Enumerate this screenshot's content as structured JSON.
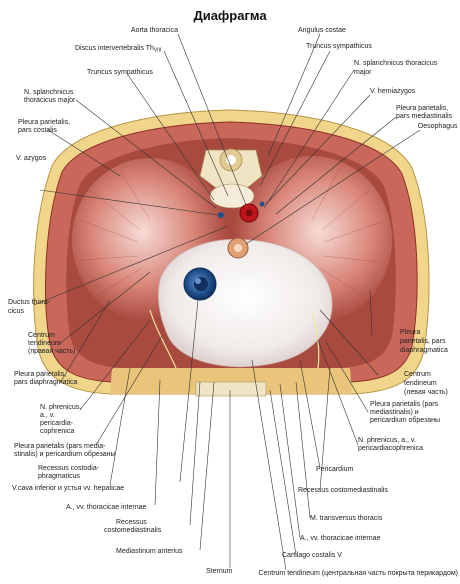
{
  "title": "Диафрагма",
  "labels": {
    "aorta_thoracica": "Aorta thoracica",
    "angulus_costae": "Angulus costae",
    "discus": "Discus intervertebralis Th",
    "discus_sub": "VIII",
    "truncus_symp_right": "Truncus sympathicus",
    "truncus_symp_left": "Truncus sympathicus",
    "n_splanch_major_left_1": "N. splanchnicus thoracicus",
    "n_splanch_major_left_2": "major",
    "n_splanch_major_right_1": "N. splanchnicus",
    "n_splanch_major_right_2": "thoracicus major",
    "v_hemiazygos": "V. hemiazygos",
    "pleura_costalis_1": "Pleura parietalis,",
    "pleura_costalis_2": "pars costalis",
    "pleura_mediastinalis_1": "Pleura parietalis,",
    "pleura_mediastinalis_2": "pars mediastinalis",
    "oesophagus": "Oesophagus",
    "v_azygos": "V. azygos",
    "ductus_1": "Ductus thora-",
    "ductus_2": "cicus",
    "centrum_right_1": "Centrum",
    "centrum_right_2": "tendineum",
    "centrum_right_3": "(правая часть)",
    "pleura_diaphr_right_1": "Pleura parietalis,",
    "pleura_diaphr_right_2": "pars diaphragmatica",
    "n_phrenicus_right_1": "N. phrenicus,",
    "n_phrenicus_right_2": "a., v.",
    "n_phrenicus_right_3": "pericardia-",
    "n_phrenicus_right_4": "cophrenica",
    "pleura_med_cut_right_1": "Pleura parietalis (pars media-",
    "pleura_med_cut_right_2": "stinalis) и pericardium обрезаны",
    "recessus_costodiaphr_1": "Recessus costodia-",
    "recessus_costodiaphr_2": "phragmaticus",
    "vcava": "V.cava inferior и устья vv. hepaticae",
    "a_vv_thor_int_right": "A., vv. thoracicae internae",
    "recessus_costomed_right_1": "Recessus",
    "recessus_costomed_right_2": "costomediastinalis",
    "mediastinum_anterius": "Mediastinum anterius",
    "sternum": "Sternum",
    "pleura_diaphr_left_1": "Pleura",
    "pleura_diaphr_left_2": "parietalis, pars",
    "pleura_diaphr_left_3": "diaphragmatica",
    "centrum_left_1": "Centrum",
    "centrum_left_2": "tendineum",
    "centrum_left_3": "(левая часть)",
    "pleura_med_cut_left_1": "Pleura parietalis (pars",
    "pleura_med_cut_left_2": "mediastinalis) и",
    "pleura_med_cut_left_3": "pericardium обрезаны",
    "n_phrenicus_left_1": "N. phrenicus, a., v.",
    "n_phrenicus_left_2": "pericardiacophrenica",
    "pericardium": "Pericardium",
    "recessus_costomed_left": "Recessus costomediastinalis",
    "m_transversus": "M. transversus thoracis",
    "a_vv_thor_int_left": "A., vv. thoracicae internae",
    "cartilago": "Cartilago costalis V",
    "centrum_central": "Centrum tendineum (центральная часть покрыта перикардом)"
  },
  "colors": {
    "muscle": "#c9675a",
    "muscle_dark": "#8f2f27",
    "muscle_light": "#e6a79a",
    "tendon": "#f1ecea",
    "fat": "#f0d58a",
    "bone": "#efe4c3",
    "aorta": "#c0141c",
    "vein": "#1f4f8c"
  }
}
